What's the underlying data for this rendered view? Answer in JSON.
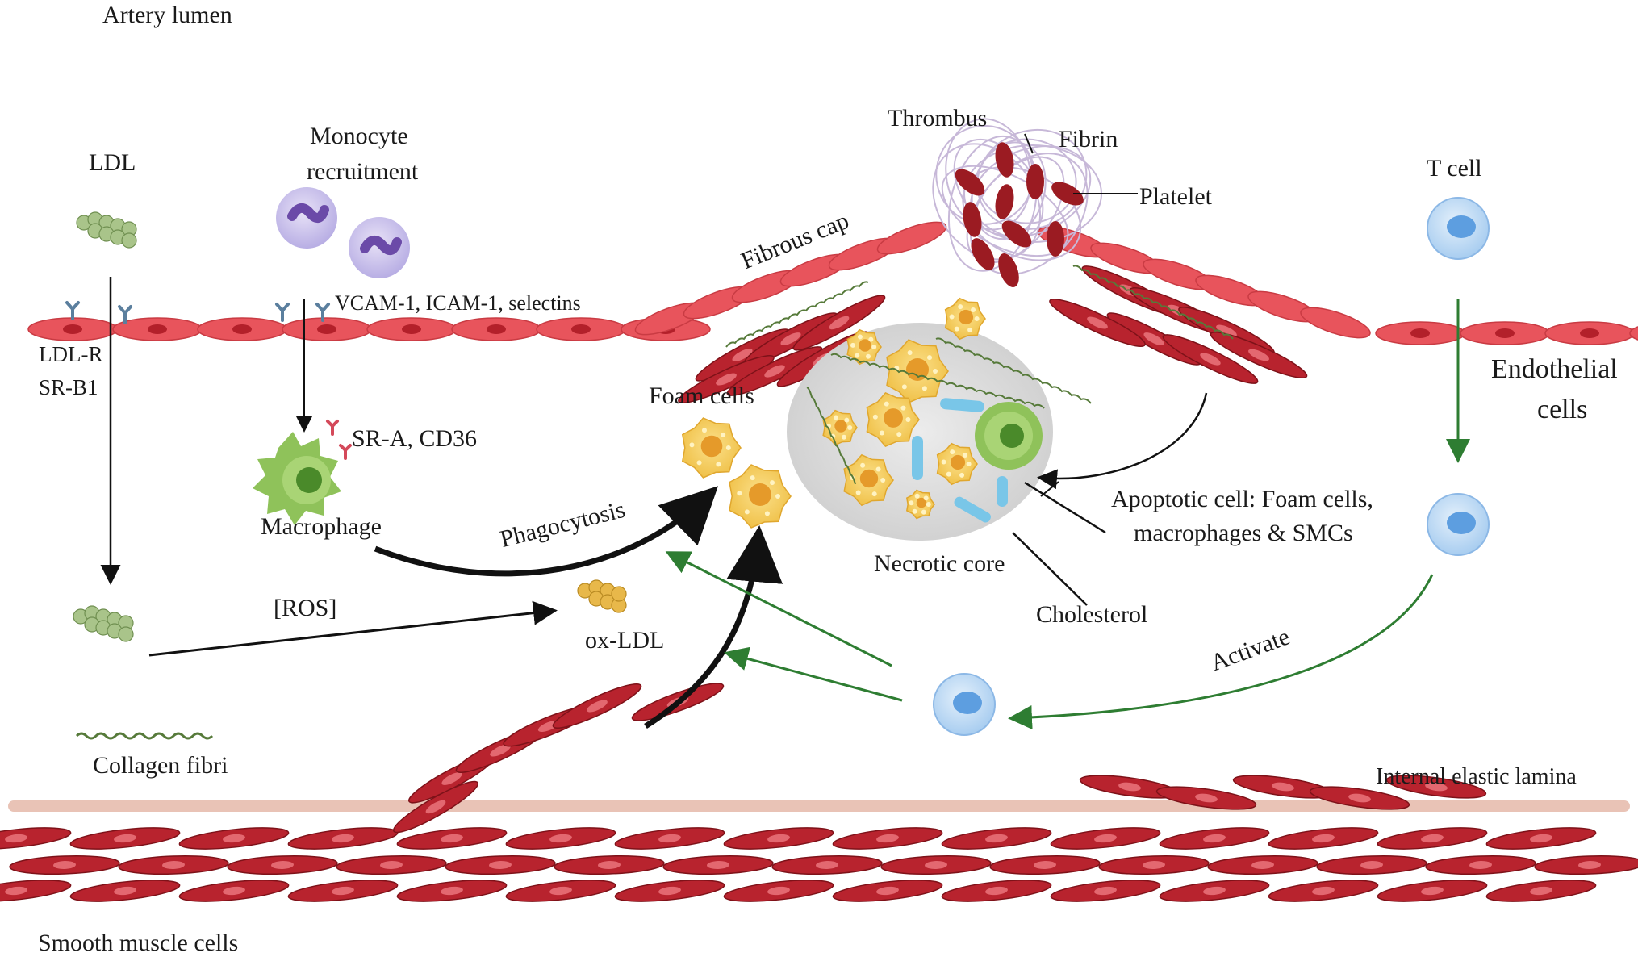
{
  "labels": {
    "artery_lumen": "Artery lumen",
    "ldl": "LDL",
    "monocyte_1": "Monocyte",
    "monocyte_2": "recruitment",
    "vcam": "VCAM-1, ICAM-1, selectins",
    "ldl_r": "LDL-R",
    "sr_b1": "SR-B1",
    "sra_cd36": "SR-A, CD36",
    "macrophage": "Macrophage",
    "foam_cells": "Foam cells",
    "phagocytosis": "Phagocytosis",
    "ros": "[ROS]",
    "ox_ldl": "ox-LDL",
    "collagen": "Collagen fibri",
    "thrombus": "Thrombus",
    "fibrin": "Fibrin",
    "platelet": "Platelet",
    "fibrous_cap": "Fibrous cap",
    "t_cell": "T cell",
    "endothelial_1": "Endothelial",
    "endothelial_2": "cells",
    "apoptotic_1": "Apoptotic cell: Foam cells,",
    "apoptotic_2": "macrophages & SMCs",
    "necrotic_core": "Necrotic core",
    "cholesterol": "Cholesterol",
    "activate": "Activate",
    "internal_elastic_lamina": "Internal elastic lamina",
    "smooth_muscle": "Smooth muscle cells"
  },
  "colors": {
    "endothelium": "#e8545c",
    "smc": "#b8232e",
    "ldl": "#a9c48a",
    "ox_ldl": "#e8b84a",
    "monocyte": "#8f7ad1",
    "macrophage": "#8fc25a",
    "foam": "#f2c64e",
    "t_cell": "#5d9ee0",
    "lamina": "#e9c3b6",
    "necrotic": "#d9d9d9",
    "green_arrow": "#2e7d32"
  }
}
